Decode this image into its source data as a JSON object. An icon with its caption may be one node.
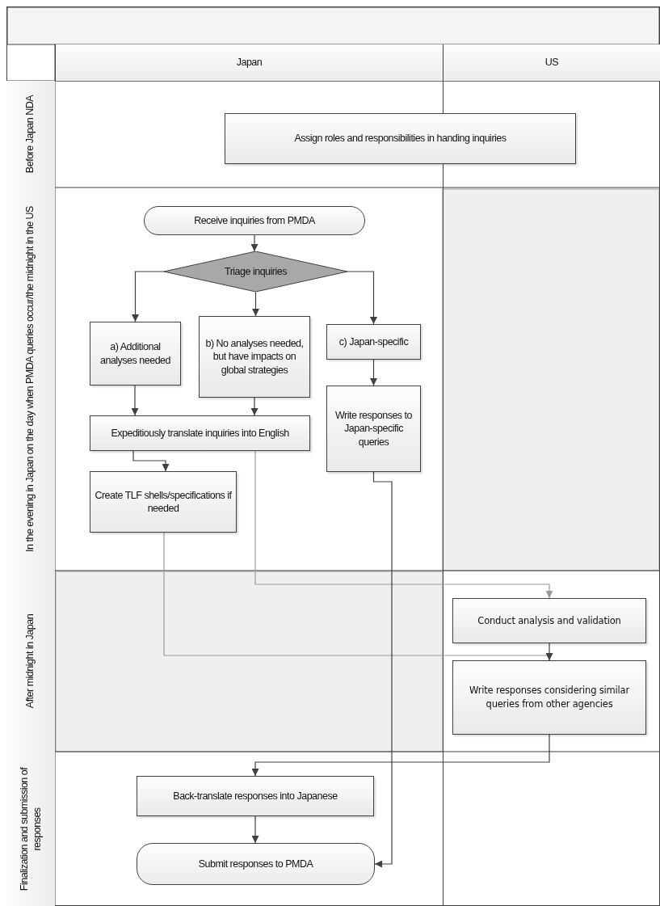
{
  "diagram": {
    "nodes": [
      {
        "text": [
          "Japan"
        ]
      },
      {
        "text": [
          "US"
        ]
      },
      {
        "text": [
          "Before Japan NDA"
        ]
      },
      {
        "text": [
          "In the evening in Japan on the day when PMDA queries occur/the midnight in the US"
        ]
      },
      {
        "text": [
          "After midnight in Japan"
        ]
      },
      {
        "text": [
          "Finalization and submission of responses"
        ]
      },
      {
        "text": [
          "Assign roles and responsibilities in handing  inquiries"
        ]
      },
      {
        "text": [
          "Receive inquiries from PMDA"
        ]
      },
      {
        "text": [
          "Triage inquiries"
        ]
      },
      {
        "text": [
          "a) Additional analyses needed"
        ]
      },
      {
        "text": [
          "b) No analyses needed, but have impacts on global strategies"
        ]
      },
      {
        "text": [
          "c) Japan-specific"
        ]
      },
      {
        "text": [
          "Write responses to Japan-specific queries"
        ]
      },
      {
        "text": [
          "Expeditiously translate inquiries into English"
        ]
      },
      {
        "text": [
          "Create TLF shells/specifications if needed"
        ]
      },
      {
        "text": [
          "Conduct analysis and validation"
        ]
      },
      {
        "text": [
          "Write responses considering similar queries from other agencies"
        ]
      },
      {
        "text": [
          "Back-translate responses into Japanese"
        ]
      },
      {
        "text": [
          "Submit responses to PMDA"
        ]
      }
    ],
    "edges": [
      {
        "from": 7,
        "to": 8,
        "arrow": "to"
      },
      {
        "from": 8,
        "to": 9,
        "arrow": "to"
      },
      {
        "from": 8,
        "to": 10,
        "arrow": "to"
      },
      {
        "from": 8,
        "to": 11,
        "arrow": "to"
      },
      {
        "from": 9,
        "to": 13,
        "arrow": "to"
      },
      {
        "from": 10,
        "to": 13,
        "arrow": "to"
      },
      {
        "from": 13,
        "to": 14,
        "arrow": "to"
      },
      {
        "from": 11,
        "to": 12,
        "arrow": "to"
      },
      {
        "from": 13,
        "to": 15,
        "arrow": "to",
        "color": "#9a9a9a"
      },
      {
        "from": 14,
        "to": 16,
        "arrow": "to",
        "color": "#9a9a9a"
      },
      {
        "from": 15,
        "to": 16,
        "arrow": "to"
      },
      {
        "from": 16,
        "to": 17,
        "arrow": "to"
      },
      {
        "from": 17,
        "to": 18,
        "arrow": "to"
      },
      {
        "from": 12,
        "to": 18,
        "arrow": "to"
      }
    ]
  }
}
